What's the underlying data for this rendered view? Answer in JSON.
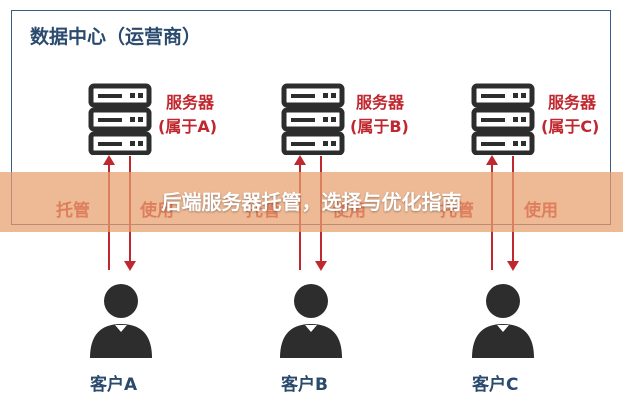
{
  "datacenter": {
    "title": "数据中心（运营商）"
  },
  "servers": [
    {
      "line1": "服务器",
      "line2": "(属于A)"
    },
    {
      "line1": "服务器",
      "line2": "(属于B)"
    },
    {
      "line1": "服务器",
      "line2": "(属于C)"
    }
  ],
  "arrow_labels": {
    "hosting": "托管",
    "usage": "使用"
  },
  "clients": [
    "客户A",
    "客户B",
    "客户C"
  ],
  "banner": {
    "title": "后端服务器托管，选择与优化指南"
  },
  "colors": {
    "accent": "#c0282f",
    "navy": "#2a4a6e",
    "icon": "#2d2d2d",
    "banner": "#e8a06e"
  }
}
